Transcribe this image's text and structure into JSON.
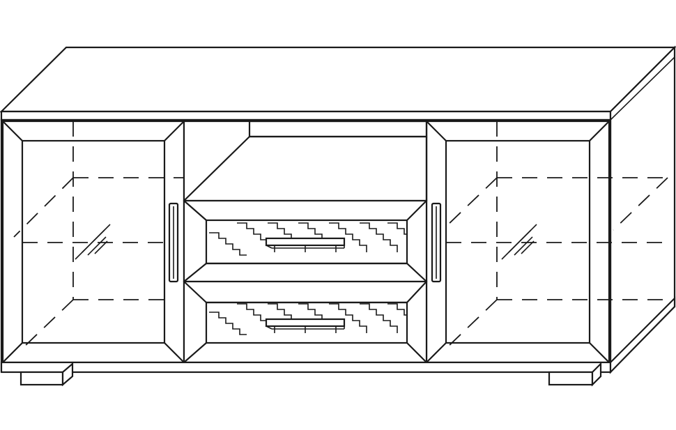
{
  "drawing": {
    "subject": "",
    "line_color": "#1a1a1a",
    "background": "#ffffff",
    "parts": {
      "doors": 2,
      "drawers": 2,
      "open_shelf": 1,
      "feet": 2
    }
  }
}
